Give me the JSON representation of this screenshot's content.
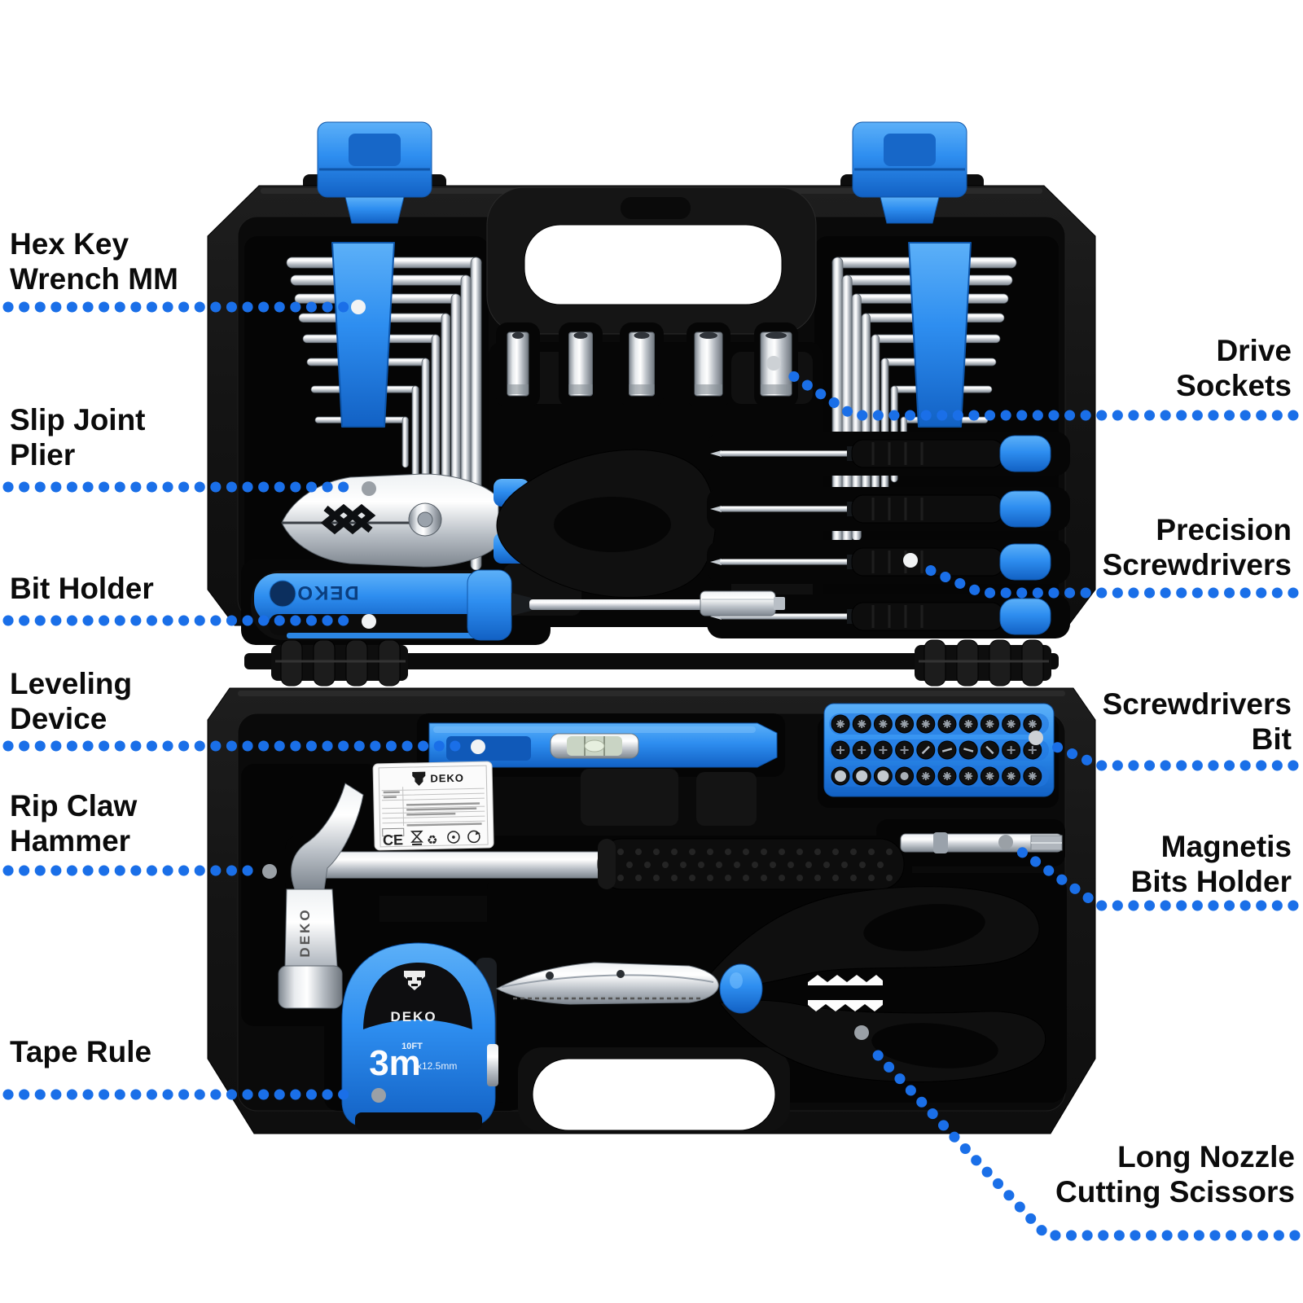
{
  "colors": {
    "accent": "#1a6fe8",
    "label": "#0b0b0b",
    "tool_blue": "#2e8ef0",
    "case_black": "#111111"
  },
  "callouts": {
    "hex_key": {
      "lines": [
        "Hex Key",
        "Wrench MM"
      ]
    },
    "slip_joint": {
      "lines": [
        "Slip Joint",
        "Plier"
      ]
    },
    "bit_holder": {
      "lines": [
        "Bit Holder"
      ]
    },
    "leveling": {
      "lines": [
        "Leveling",
        "Device"
      ]
    },
    "rip_claw": {
      "lines": [
        "Rip Claw",
        "Hammer"
      ]
    },
    "tape_rule": {
      "lines": [
        "Tape Rule"
      ]
    },
    "drive_sockets": {
      "lines": [
        "Drive",
        "Sockets"
      ]
    },
    "precision": {
      "lines": [
        "Precision",
        "Screwdrivers"
      ]
    },
    "screwdriver_bit": {
      "lines": [
        "Screwdrivers",
        "Bit"
      ]
    },
    "magnetic": {
      "lines": [
        "Magnetis",
        "Bits Holder"
      ]
    },
    "scissors": {
      "lines": [
        "Long Nozzle",
        "Cutting Scissors"
      ]
    }
  },
  "products": {
    "screwdriver_brand": "DEKO",
    "hammer_brand": "DEKO",
    "tape": {
      "brand": "DEKO",
      "ft": "10FT",
      "m": "3m",
      "width": "x12.5mm"
    },
    "card": {
      "brand": "DEKO",
      "ce": "CE"
    }
  }
}
